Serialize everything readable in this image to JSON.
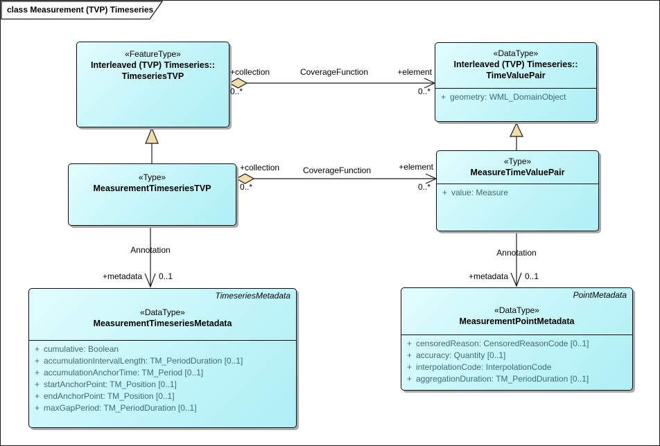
{
  "frame": {
    "title": "class Measurement (TVP) Timeseries"
  },
  "colors": {
    "node_fill": "#c6f6f9",
    "node_border": "#0b0b0b",
    "connector_tan": "#f2ddad",
    "attribute_text": "#3e6a74"
  },
  "nodes": {
    "timeseries_tvp": {
      "stereotype": "«FeatureType»",
      "qualifier": "Interleaved (TVP) Timeseries::",
      "name": "TimeseriesTVP"
    },
    "time_value_pair": {
      "stereotype": "«DataType»",
      "qualifier": "Interleaved (TVP) Timeseries::",
      "name": "TimeValuePair",
      "attributes": [
        {
          "vis": "+",
          "sig": "geometry: WML_DomainObject"
        }
      ]
    },
    "measurement_timeseries_tvp": {
      "stereotype": "«Type»",
      "name": "MeasurementTimeseriesTVP"
    },
    "measure_time_value_pair": {
      "stereotype": "«Type»",
      "name": "MeasureTimeValuePair",
      "attributes": [
        {
          "vis": "+",
          "sig": "value: Measure"
        }
      ]
    },
    "measurement_timeseries_metadata": {
      "corner_label": "TimeseriesMetadata",
      "stereotype": "«DataType»",
      "name": "MeasurementTimeseriesMetadata",
      "attributes": [
        {
          "vis": "+",
          "sig": "cumulative: Boolean"
        },
        {
          "vis": "+",
          "sig": "accumulationIntervalLength: TM_PeriodDuration [0..1]"
        },
        {
          "vis": "+",
          "sig": "accumulationAnchorTime: TM_Period [0..1]"
        },
        {
          "vis": "+",
          "sig": "startAnchorPoint: TM_Position [0..1]"
        },
        {
          "vis": "+",
          "sig": "endAnchorPoint: TM_Position [0..1]"
        },
        {
          "vis": "+",
          "sig": "maxGapPeriod: TM_PeriodDuration [0..1]"
        }
      ]
    },
    "measurement_point_metadata": {
      "corner_label": "PointMetadata",
      "stereotype": "«DataType»",
      "name": "MeasurementPointMetadata",
      "attributes": [
        {
          "vis": "+",
          "sig": "censoredReason: CensoredReasonCode [0..1]"
        },
        {
          "vis": "+",
          "sig": "accuracy: Quantity [0..1]"
        },
        {
          "vis": "+",
          "sig": "interpolationCode: InterpolationCode"
        },
        {
          "vis": "+",
          "sig": "aggregationDuration: TM_PeriodDuration [0..1]"
        }
      ]
    }
  },
  "connectors": {
    "coverage_top": {
      "name": "CoverageFunction",
      "source_role": "+collection",
      "source_mult": "0..*",
      "target_role": "+element",
      "target_mult": "0..*"
    },
    "coverage_mid": {
      "name": "CoverageFunction",
      "source_role": "+collection",
      "source_mult": "0..*",
      "target_role": "+element",
      "target_mult": "0..*"
    },
    "annotation_left": {
      "name": "Annotation",
      "target_role": "+metadata",
      "target_mult": "0..1"
    },
    "annotation_right": {
      "name": "Annotation",
      "target_role": "+metadata",
      "target_mult": "0..1"
    }
  }
}
